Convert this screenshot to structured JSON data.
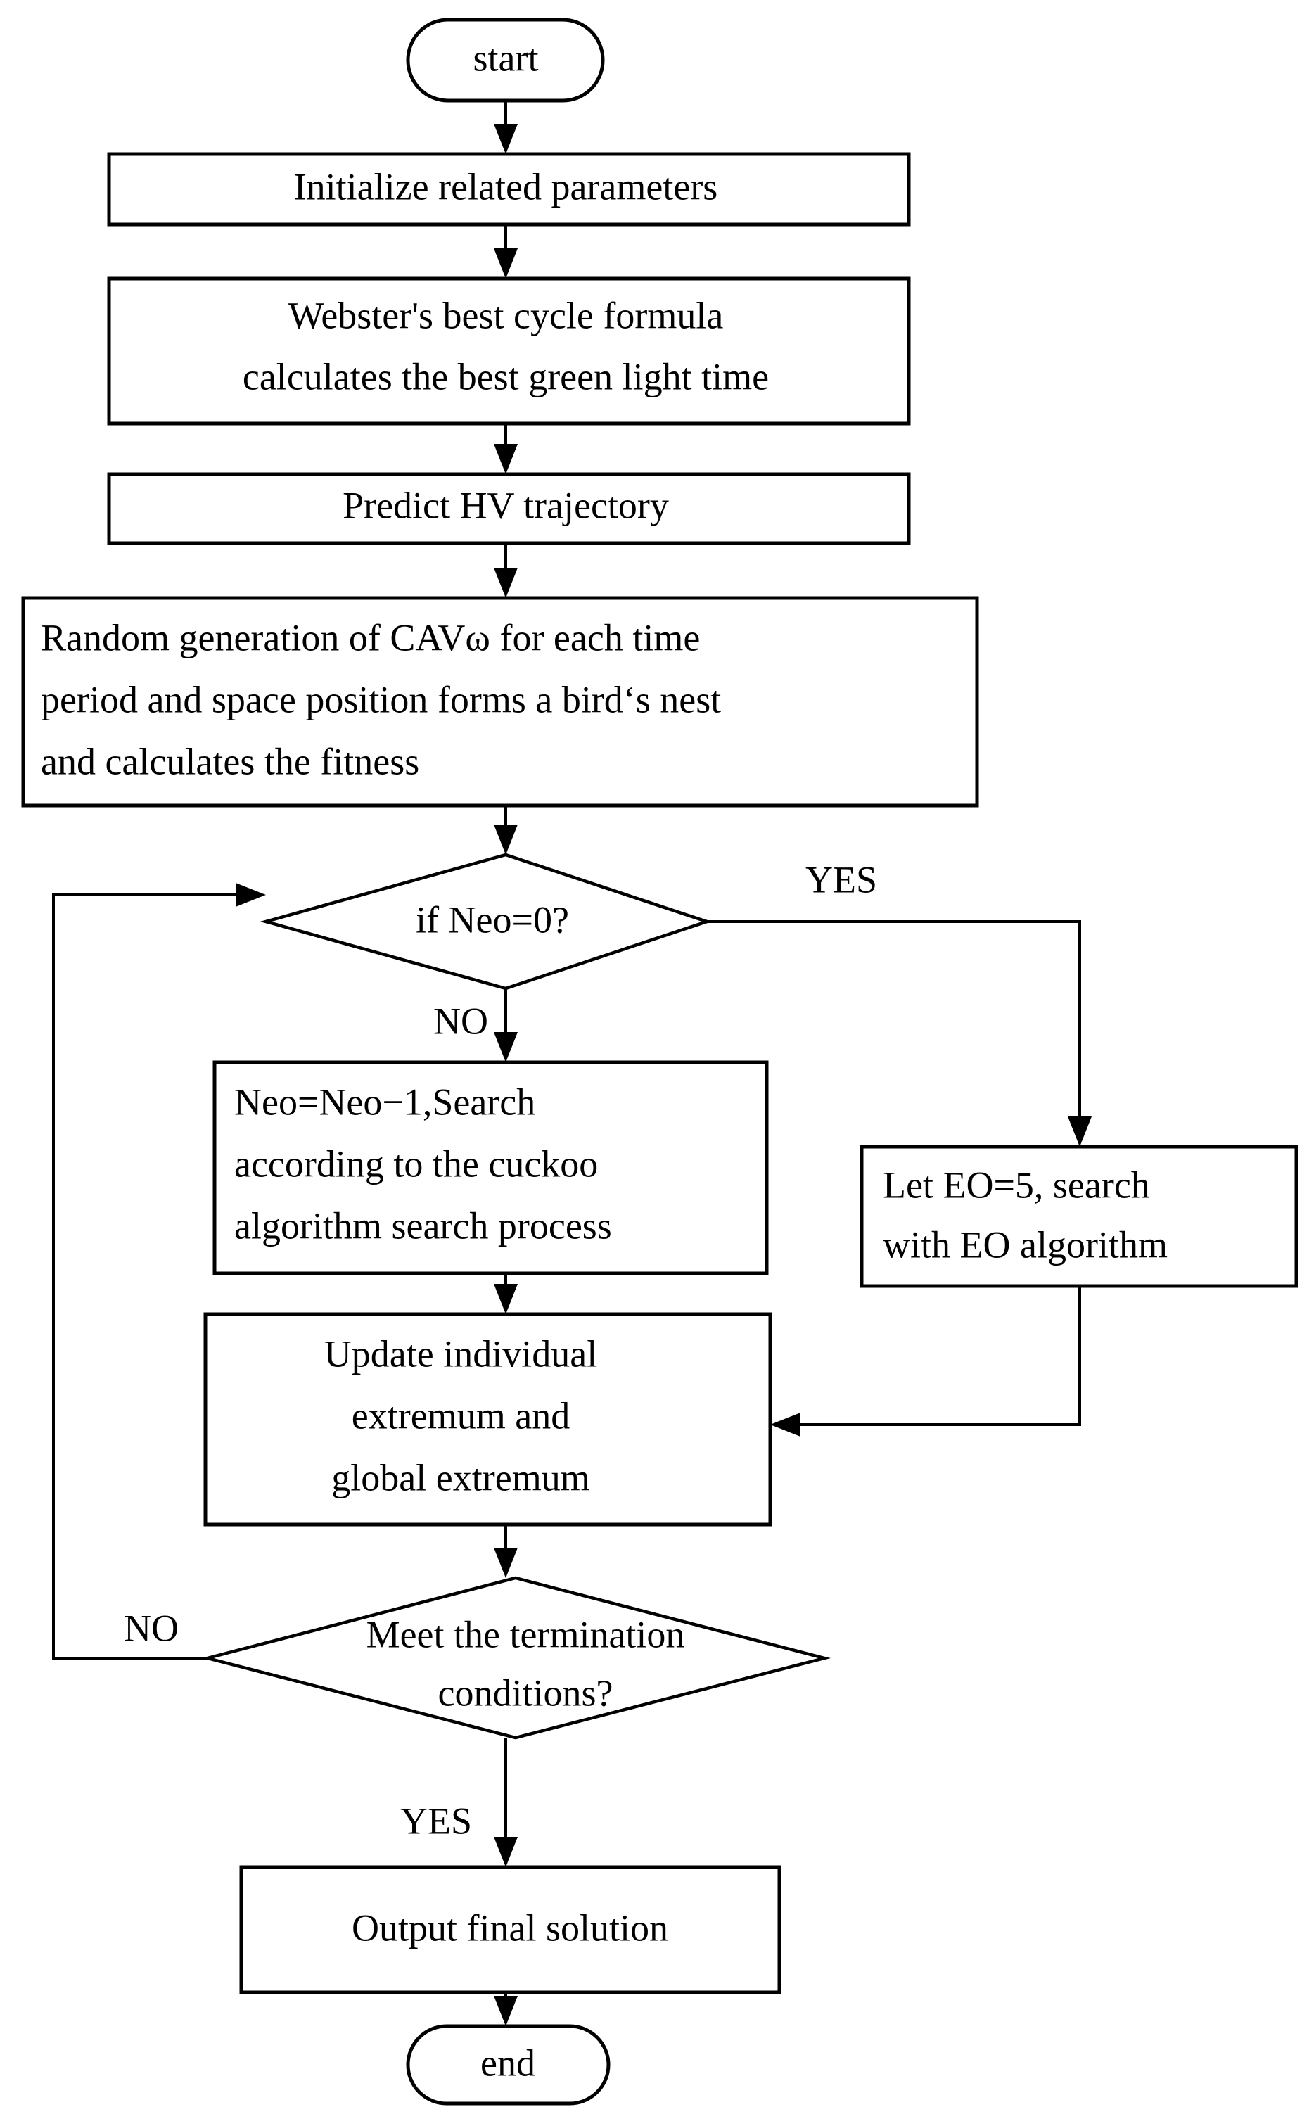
{
  "diagram": {
    "title": "Cuckoo-EO hybrid optimization algorithm flowchart",
    "type": "flowchart",
    "stroke_color": "#000000",
    "fill_color": "#ffffff",
    "background_color": "#ffffff"
  },
  "nodes": {
    "start": {
      "label": "start",
      "shape": "terminator"
    },
    "initialize": {
      "label": "Initialize related parameters",
      "shape": "process"
    },
    "webster": {
      "line1": "Webster's best cycle formula",
      "line2": "calculates the best green light time",
      "shape": "process"
    },
    "predict": {
      "label": "Predict HV trajectory",
      "shape": "process"
    },
    "random_gen": {
      "line1": "Random generation of CAVω for each time",
      "line2": "period and space position forms a bird‘s nest",
      "line3": "and calculates the fitness",
      "shape": "process"
    },
    "neo_decision": {
      "label": "if  Neo=0?",
      "shape": "decision"
    },
    "cuckoo": {
      "line1": "Neo=Neo−1,Search",
      "line2": "according to the cuckoo",
      "line3": "algorithm search process",
      "shape": "process"
    },
    "eo_search": {
      "line1": "Let EO=5, search",
      "line2": "with EO algorithm",
      "shape": "process"
    },
    "update_extremum": {
      "line1": "Update individual",
      "line2": "extremum and",
      "line3": "global extremum",
      "shape": "process"
    },
    "termination_decision": {
      "line1": "Meet the termination",
      "line2": "conditions?",
      "shape": "decision"
    },
    "output": {
      "label": "Output final solution",
      "shape": "process"
    },
    "end": {
      "label": "end",
      "shape": "terminator"
    }
  },
  "edge_labels": {
    "neo_yes": "YES",
    "neo_no": "NO",
    "termination_no": "NO",
    "termination_yes": "YES"
  }
}
